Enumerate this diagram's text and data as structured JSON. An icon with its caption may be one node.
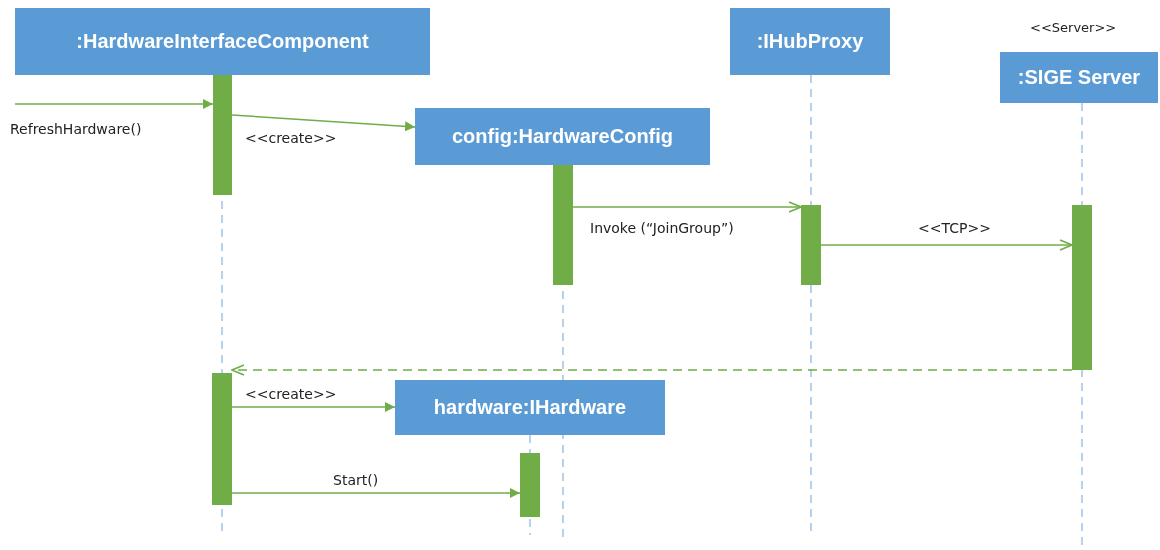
{
  "diagram": {
    "nodes": [
      {
        "text": [
          ":HardwareInterfaceComponent"
        ]
      },
      {
        "text": [
          ":IHubProxy"
        ]
      },
      {
        "text": [
          ":SIGE Server"
        ],
        "beside": [
          "<<Server>>"
        ]
      },
      {
        "text": [
          "config:HardwareConfig"
        ]
      },
      {
        "text": [
          "hardware:IHardware"
        ]
      },
      {
        "text": [],
        "shape": "bar"
      },
      {
        "text": [],
        "shape": "bar"
      },
      {
        "text": [],
        "shape": "bar"
      },
      {
        "text": [],
        "shape": "bar"
      },
      {
        "text": [],
        "shape": "bar"
      },
      {
        "text": [],
        "shape": "bar"
      }
    ],
    "edges": [
      {
        "from": null,
        "to": 5,
        "arrow": "to",
        "label": "RefreshHardware()"
      },
      {
        "from": 5,
        "to": 3,
        "arrow": "to",
        "label": "<<create>>"
      },
      {
        "from": 6,
        "to": 7,
        "arrow": "to",
        "label": "Invoke (“JoinGroup”)"
      },
      {
        "from": 7,
        "to": 8,
        "arrow": "to",
        "label": "<<TCP>>"
      },
      {
        "from": 8,
        "to": 9,
        "arrow": "to",
        "style": "dashed"
      },
      {
        "from": 9,
        "to": 4,
        "arrow": "to",
        "label": "<<create>>"
      },
      {
        "from": 9,
        "to": 10,
        "arrow": "to",
        "label": "Start()"
      }
    ]
  }
}
